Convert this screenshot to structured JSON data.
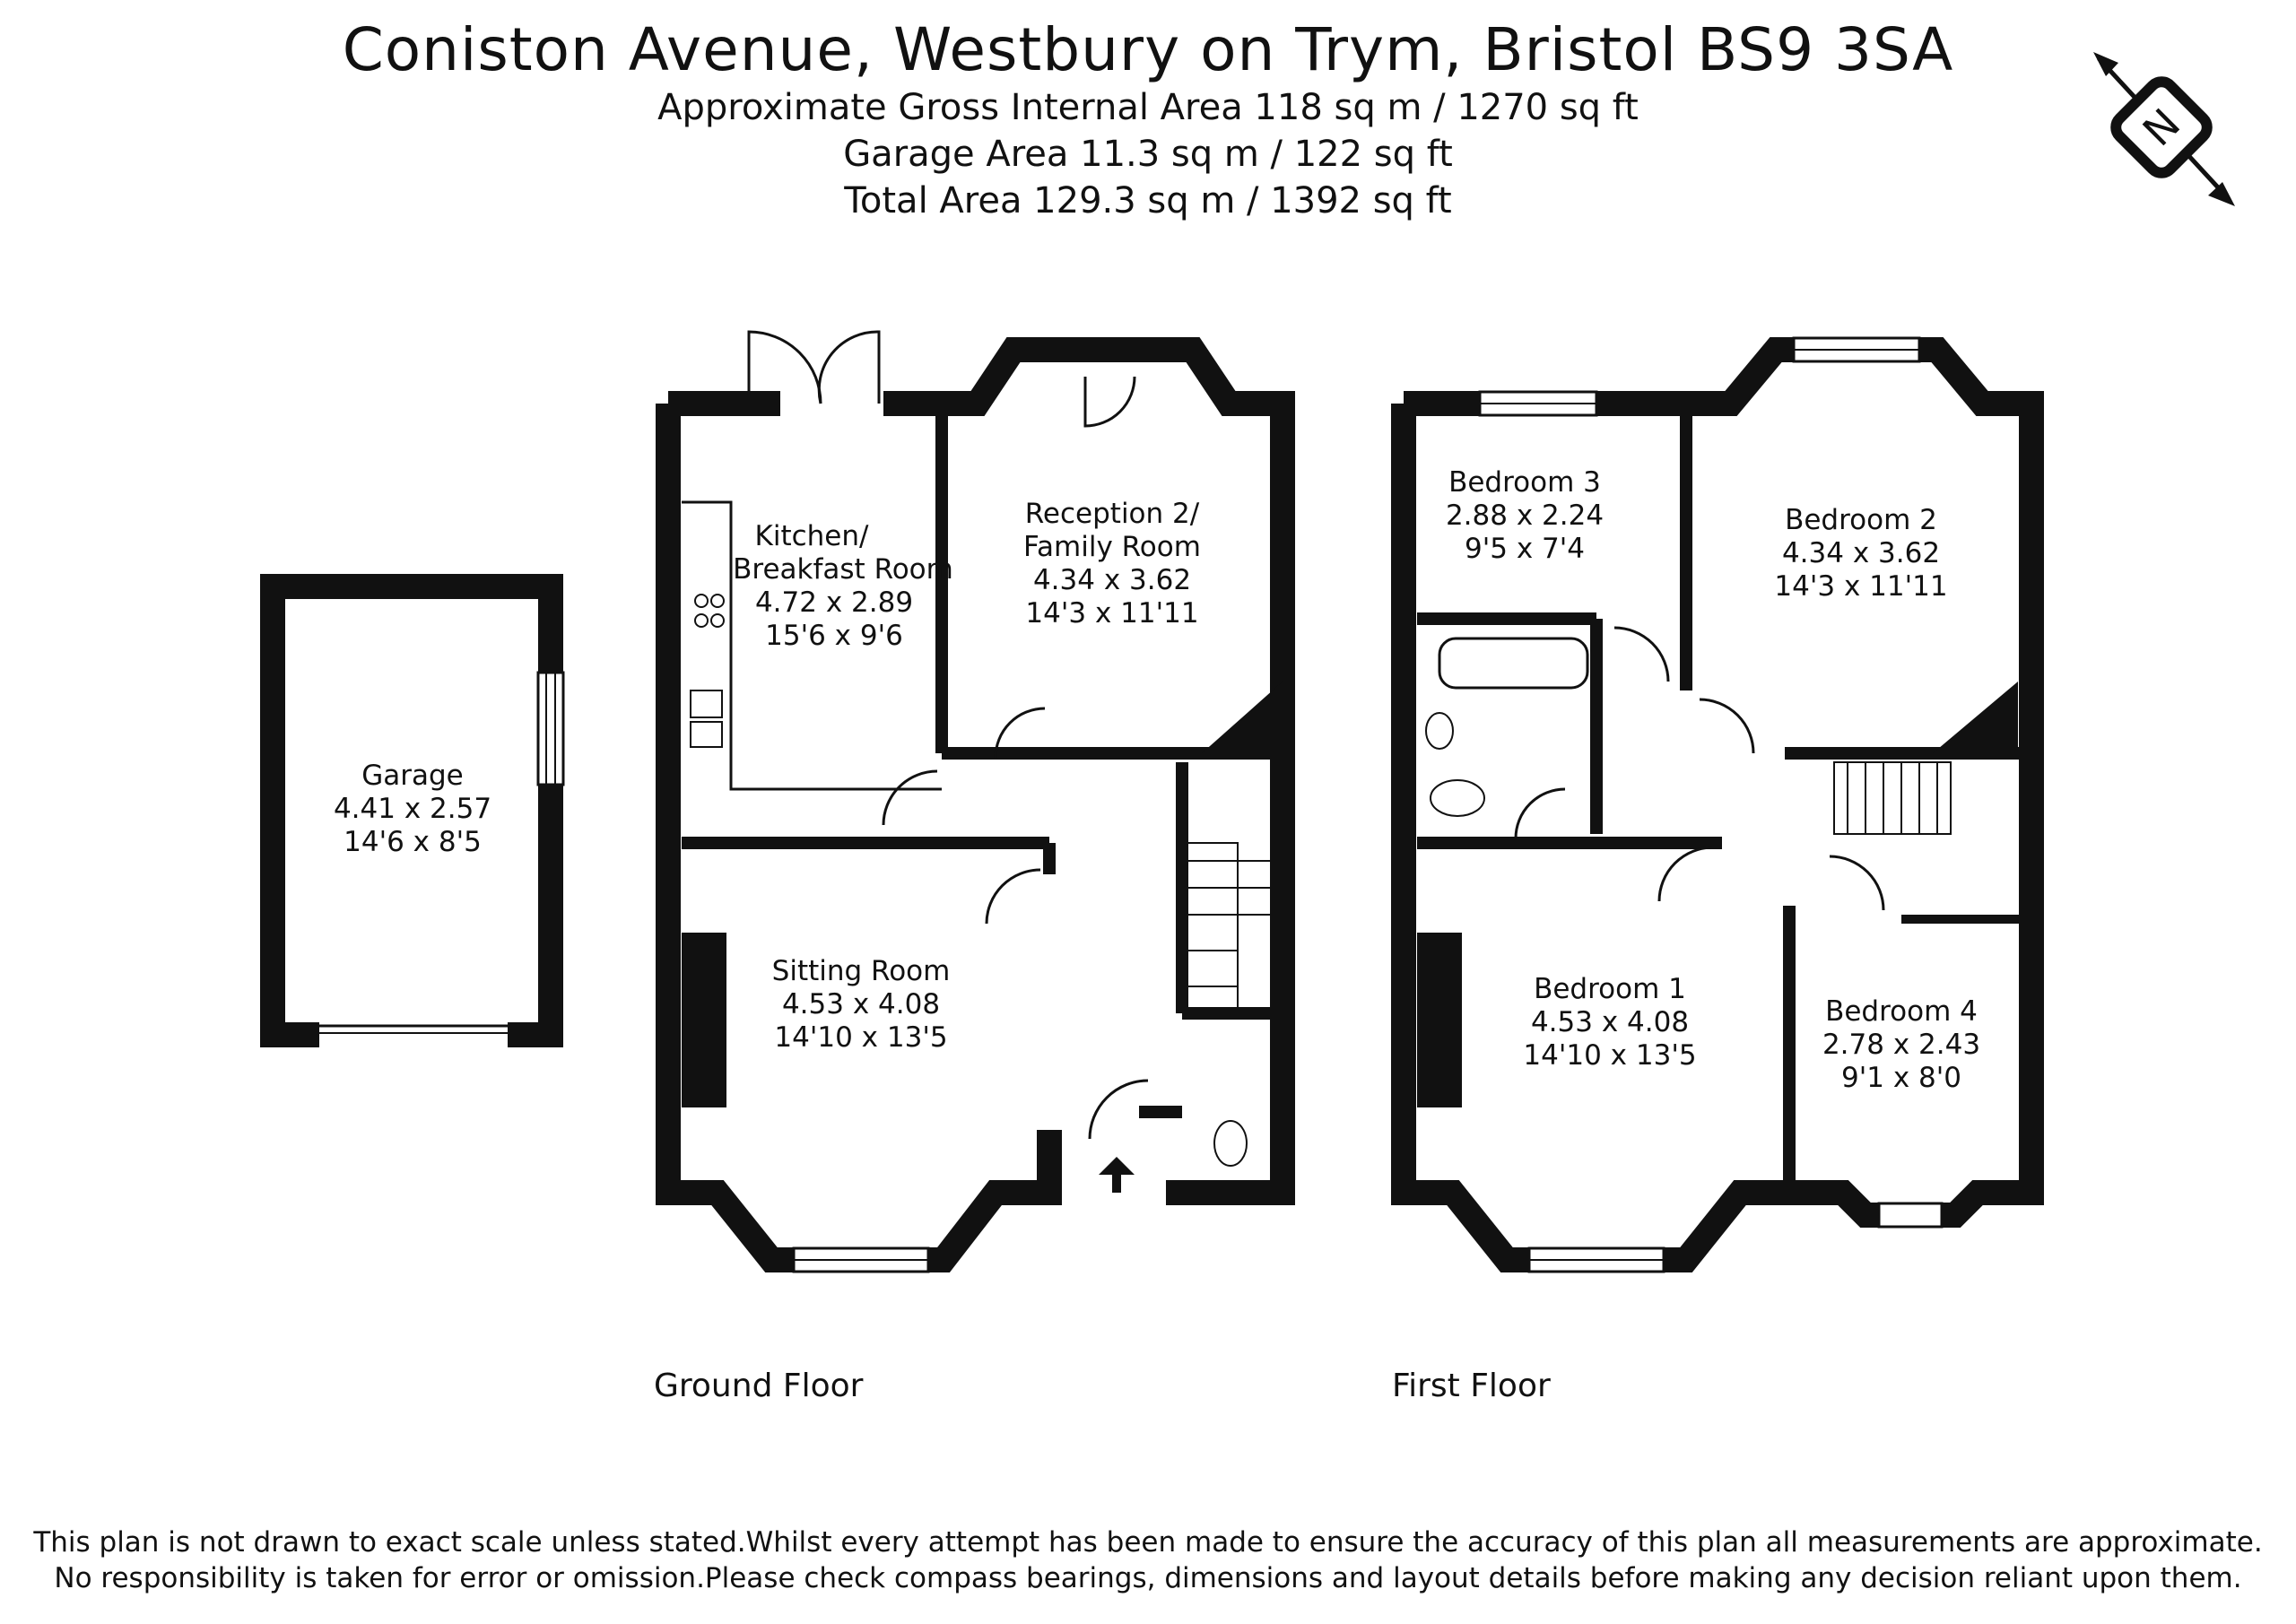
{
  "title": "Coniston Avenue, Westbury on Trym, Bristol BS9 3SA",
  "areas": [
    "Approximate Gross Internal Area 118 sq m / 1270  sq ft",
    "Garage Area 11.3 sq m /  122 sq ft",
    "Total Area 129.3 sq m / 1392 sq ft"
  ],
  "compass_letter": "N",
  "floors": {
    "ground": "Ground Floor",
    "first": "First Floor"
  },
  "rooms": {
    "garage": [
      "Garage",
      "4.41 x 2.57",
      "14'6 x 8'5"
    ],
    "kitchen": [
      "Kitchen/",
      "Breakfast Room",
      "4.72 x 2.89",
      "15'6 x 9'6"
    ],
    "reception": [
      "Reception 2/",
      "Family Room",
      "4.34 x 3.62",
      "14'3 x 11'11"
    ],
    "sitting": [
      "Sitting Room",
      "4.53 x 4.08",
      "14'10 x 13'5"
    ],
    "bedroom3": [
      "Bedroom 3",
      "2.88 x 2.24",
      "9'5 x 7'4"
    ],
    "bedroom2": [
      "Bedroom 2",
      "4.34 x 3.62",
      "14'3 x 11'11"
    ],
    "bedroom1": [
      "Bedroom 1",
      "4.53 x 4.08",
      "14'10 x 13'5"
    ],
    "bedroom4": [
      "Bedroom 4",
      "2.78 x 2.43",
      "9'1 x 8'0"
    ]
  },
  "disclaimer": [
    "This plan is not drawn to exact scale unless stated.Whilst every attempt has been made to ensure the accuracy of this plan all measurements are approximate.",
    "No responsibility is taken for error or omission.Please check compass bearings, dimensions and layout details before making any decision reliant upon them."
  ],
  "colors": {
    "wall": "#111111",
    "background": "#ffffff"
  }
}
